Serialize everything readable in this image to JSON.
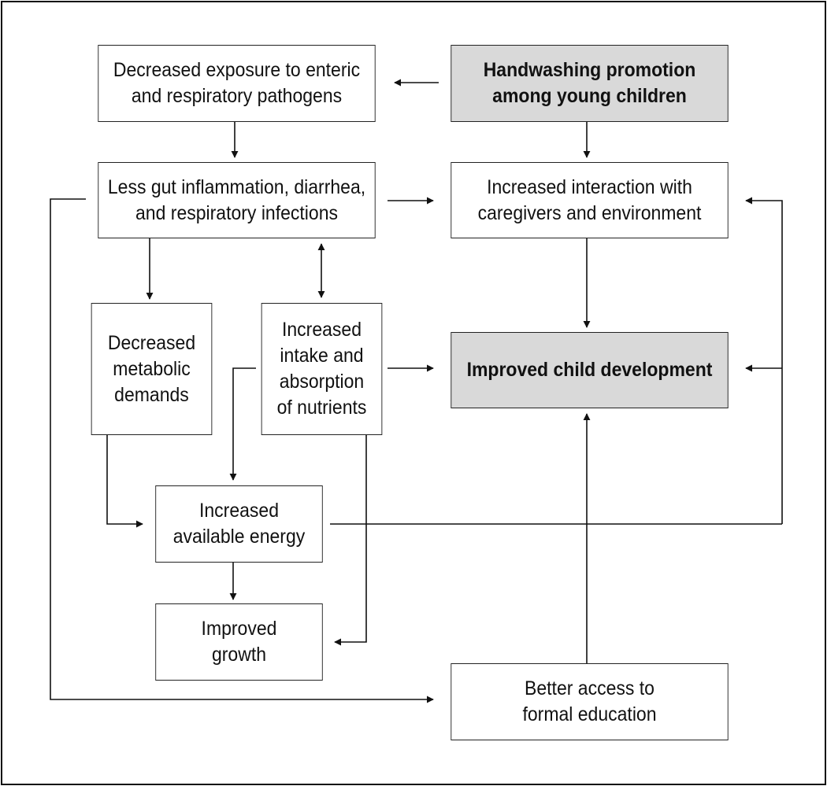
{
  "diagram": {
    "colors": {
      "shaded_fill": "#d9d9d9",
      "line": "#111111",
      "box_fill": "#ffffff"
    },
    "boxes": {
      "handwashing": "Handwashing promotion\namong young children",
      "decreased_exposure": "Decreased exposure to enteric\nand respiratory pathogens",
      "less_gut": "Less gut inflammation, diarrhea,\nand respiratory infections",
      "increased_interaction": "Increased interaction with\ncaregivers and environment",
      "decreased_metabolic": "Decreased\nmetabolic\ndemands",
      "increased_intake": "Increased\nintake and\nabsorption\nof nutrients",
      "improved_development": "Improved child development",
      "available_energy": "Increased\navailable energy",
      "improved_growth": "Improved\ngrowth",
      "better_access": "Better access to\nformal education"
    },
    "edges": [
      {
        "from": "handwashing",
        "to": "decreased_exposure"
      },
      {
        "from": "handwashing",
        "to": "increased_interaction"
      },
      {
        "from": "decreased_exposure",
        "to": "less_gut"
      },
      {
        "from": "less_gut",
        "to": "increased_interaction"
      },
      {
        "from": "less_gut",
        "to": "decreased_metabolic"
      },
      {
        "from": "less_gut",
        "to": "increased_intake",
        "bidirectional": true
      },
      {
        "from": "less_gut",
        "to": "better_access"
      },
      {
        "from": "increased_interaction",
        "to": "improved_development"
      },
      {
        "from": "increased_intake",
        "to": "improved_development"
      },
      {
        "from": "increased_intake",
        "to": "available_energy"
      },
      {
        "from": "increased_intake",
        "to": "improved_growth"
      },
      {
        "from": "decreased_metabolic",
        "to": "available_energy"
      },
      {
        "from": "available_energy",
        "to": "improved_growth"
      },
      {
        "from": "available_energy",
        "to": "improved_development"
      },
      {
        "from": "available_energy",
        "to": "increased_interaction"
      },
      {
        "from": "better_access",
        "to": "improved_development"
      }
    ]
  }
}
